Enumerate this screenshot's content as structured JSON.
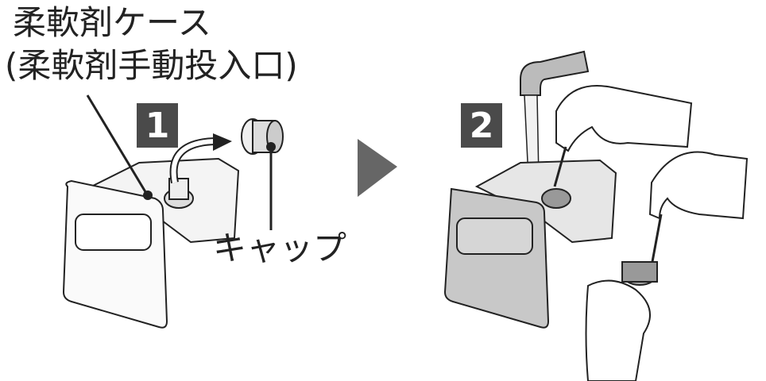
{
  "labels": {
    "case_line1": "柔軟剤ケース",
    "case_line2": "(柔軟剤手動投入口)",
    "cap": "キャップ"
  },
  "steps": [
    "1",
    "2"
  ],
  "colors": {
    "badge": "#4a4a4a",
    "arrow": "#666666",
    "line": "#222222"
  }
}
